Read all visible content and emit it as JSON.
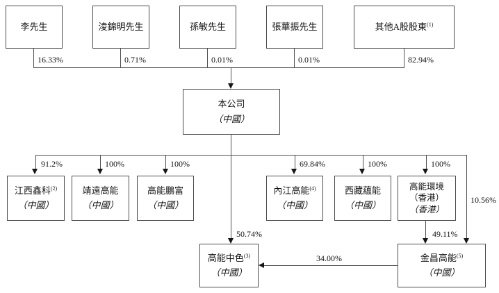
{
  "chart": {
    "shareholders": [
      {
        "label": "李先生",
        "ownership": "16.33%"
      },
      {
        "label": "淩錦明先生",
        "ownership": "0.71%"
      },
      {
        "label": "孫敏先生",
        "ownership": "0.01%"
      },
      {
        "label": "張華振先生",
        "ownership": "0.01%"
      },
      {
        "label": "其他A股股東",
        "sup": "(1)",
        "ownership": "82.94%"
      }
    ],
    "company": {
      "label": "本公司",
      "jurisdiction": "（中國）"
    },
    "subsidiaries": [
      {
        "label": "江西鑫科",
        "sup": "(2)",
        "jurisdiction": "（中國）",
        "ownership": "91.2%"
      },
      {
        "label": "靖遠高能",
        "jurisdiction": "（中國）",
        "ownership": "100%"
      },
      {
        "label": "高能鵬富",
        "jurisdiction": "（中國）",
        "ownership": "100%"
      },
      {
        "label": "內江高能",
        "sup": "(4)",
        "jurisdiction": "（中國）",
        "ownership": "69.84%"
      },
      {
        "label": "西藏藴能",
        "jurisdiction": "（中國）",
        "ownership": "100%"
      },
      {
        "label": "高能環境",
        "name_suffix": "（香港）",
        "jurisdiction": "（香港）",
        "ownership": "100%"
      }
    ],
    "gaoneng_zhongse": {
      "label": "高能中色",
      "sup": "(3)",
      "jurisdiction": "（中國）"
    },
    "jinchang_gaoneng": {
      "label": "金昌高能",
      "sup": "(5)",
      "jurisdiction": "（中國）"
    },
    "edges": {
      "company_to_gaoneng_zhongse": "50.74%",
      "hk_to_jinchang": "49.11%",
      "rail_to_jinchang": "10.56%",
      "jinchang_to_gaoneng_zhongse": "34.00%"
    }
  }
}
